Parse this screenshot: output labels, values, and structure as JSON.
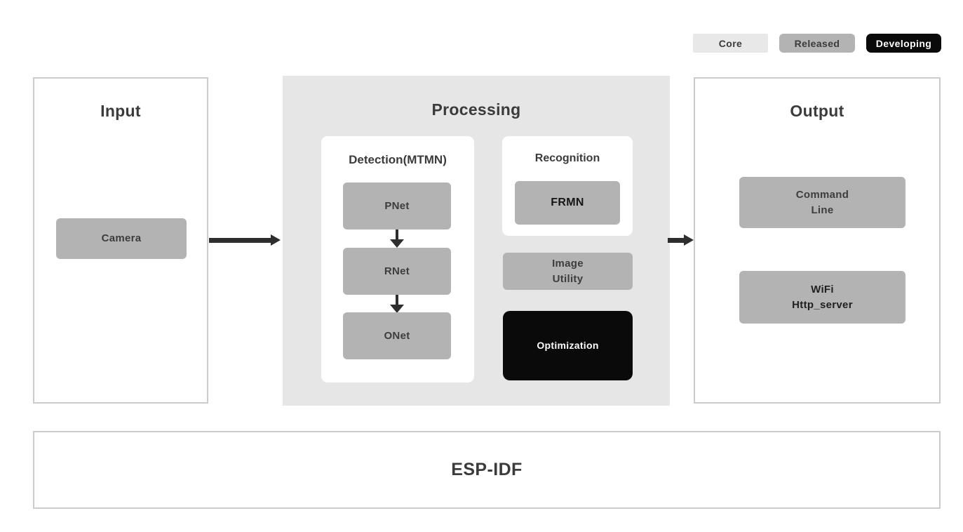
{
  "legend": {
    "core": "Core",
    "released": "Released",
    "developing": "Developing"
  },
  "colors": {
    "core_bg": "#e8e8e8",
    "released_bg": "#b3b3b3",
    "developing_bg": "#0a0a0a",
    "module_gray": "#b3b3b3",
    "processing_bg": "#e6e6e6",
    "panel_border": "#cccccc",
    "arrow": "#2e2e2e",
    "text_dark": "#3b3b3b",
    "optimization_text": "#ffffff"
  },
  "panels": {
    "input": {
      "title": "Input",
      "camera": "Camera"
    },
    "processing": {
      "title": "Processing",
      "detection": {
        "title": "Detection(MTMN)",
        "modules": [
          "PNet",
          "RNet",
          "ONet"
        ]
      },
      "recognition": {
        "title": "Recognition",
        "modules": [
          "FRMN"
        ]
      },
      "image_utility": "Image\nUtility",
      "optimization": "Optimization"
    },
    "output": {
      "title": "Output",
      "command_line": "Command\nLine",
      "wifi_http_server": "WiFi\nHttp_server"
    },
    "foundation": {
      "title": "ESP-IDF"
    }
  }
}
